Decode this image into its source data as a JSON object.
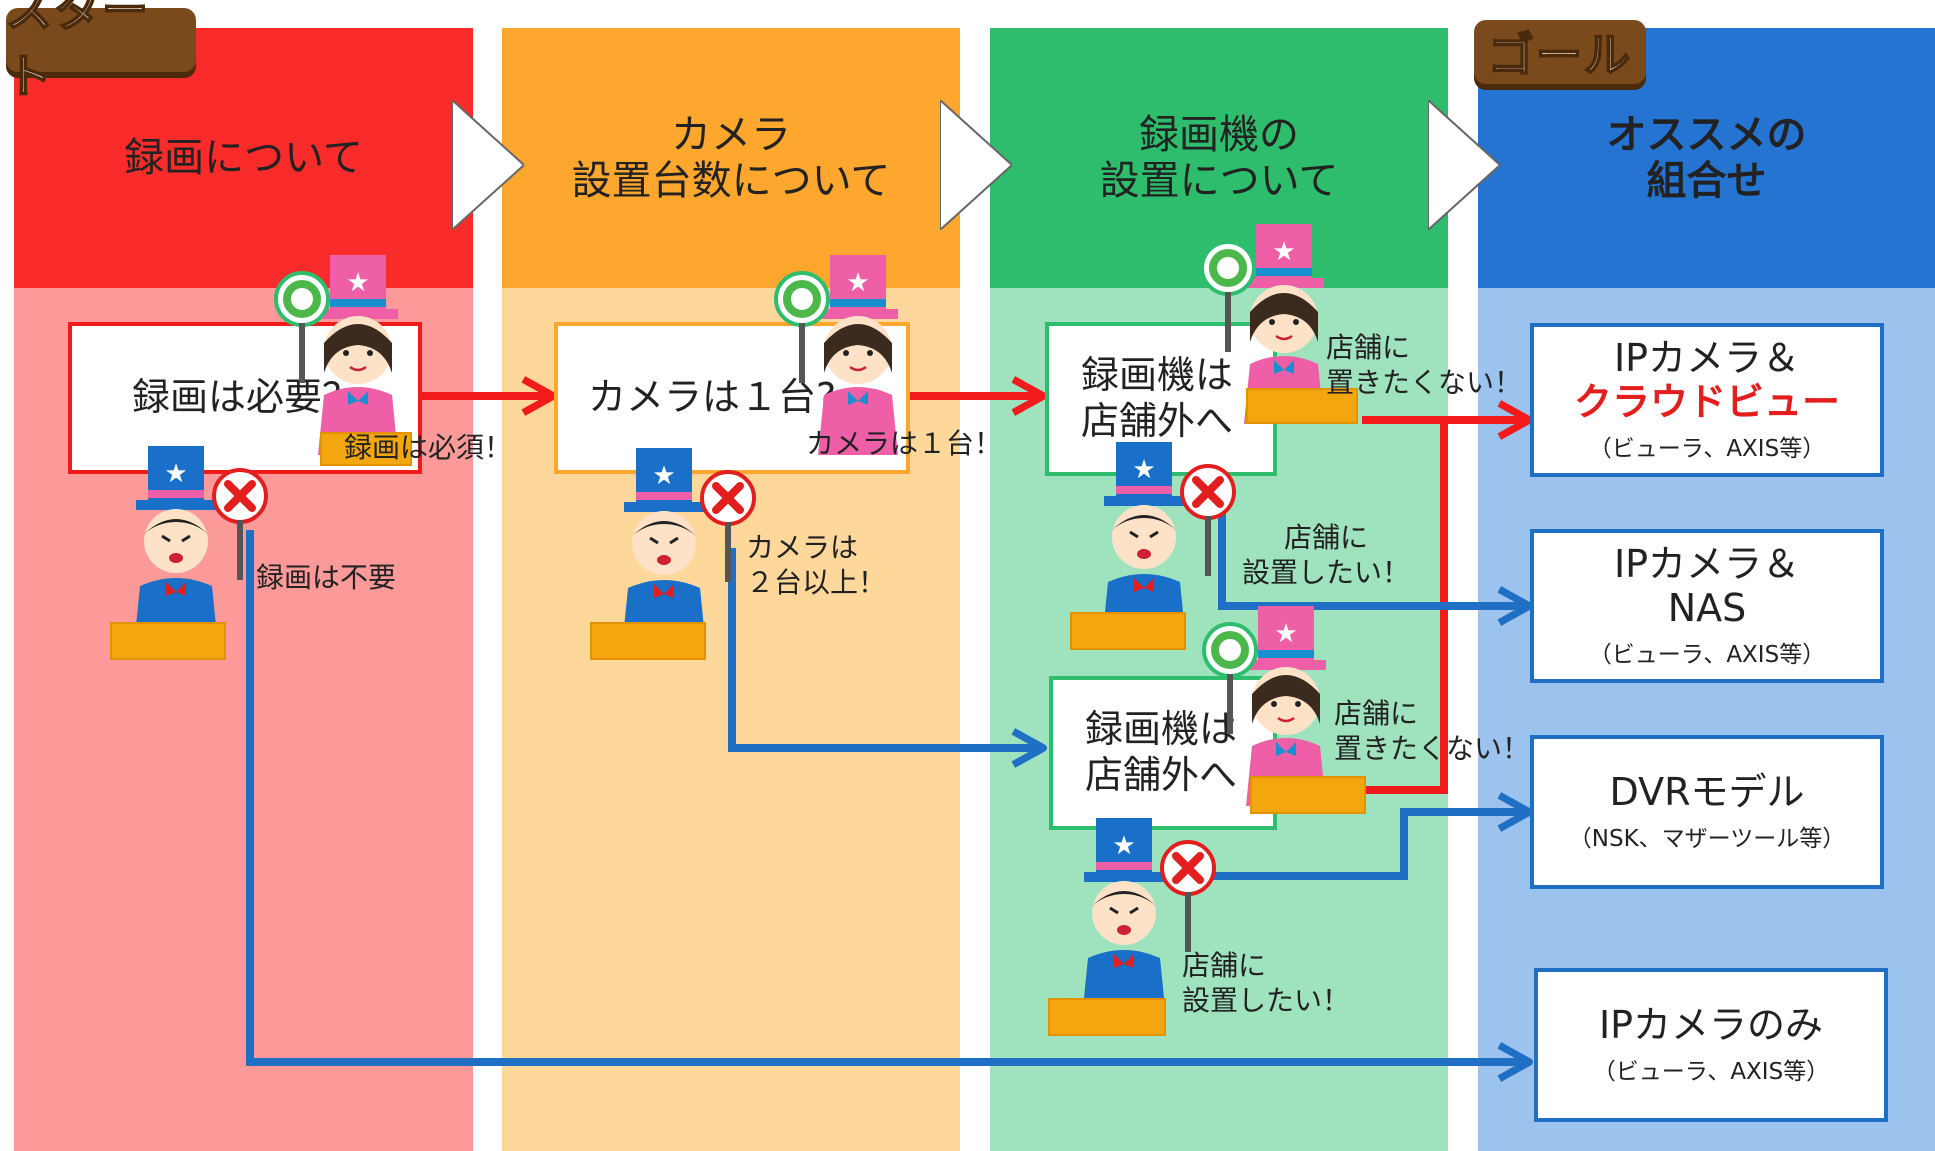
{
  "badges": {
    "start": "スタート",
    "goal": "ゴール"
  },
  "columns": [
    {
      "title": "録画について",
      "head_color": "#fa2b2b",
      "body_color": "#fc9a9a"
    },
    {
      "title": "カメラ\n設置台数について",
      "head_color": "#fda72e",
      "body_color": "#fed79a"
    },
    {
      "title": "録画機の\n設置について",
      "head_color": "#2ebd6c",
      "body_color": "#9fe2be"
    },
    {
      "title": "オススメの\n組合せ",
      "head_color": "#2574d2",
      "body_color": "#9bc3ee"
    }
  ],
  "questions": {
    "q1": "録画は必要？",
    "q2": "カメラは１台?",
    "q3": "録画機は\n店舗外へ",
    "q4": "録画機は\n店舗外へ"
  },
  "answers": {
    "rec_required": "録画は必須！",
    "rec_not_needed": "録画は不要",
    "one_camera": "カメラは１台！",
    "two_or_more": "カメラは\n２台以上！",
    "not_in_store_1": "店舗に\n置きたくない！",
    "in_store_1": "店舗に\n設置したい！",
    "not_in_store_2": "店舗に\n置きたくない！",
    "in_store_2": "店舗に\n設置したい！"
  },
  "goals": [
    {
      "line1": "IPカメラ＆",
      "line2": "クラウドビュー",
      "sub": "（ビューラ、AXIS等）"
    },
    {
      "line1": "IPカメラ＆\nNAS",
      "line2": "",
      "sub": "（ビューラ、AXIS等）"
    },
    {
      "line1": "DVRモデル",
      "line2": "",
      "sub": "（NSK、マザーツール等）"
    },
    {
      "line1": "IPカメラのみ",
      "line2": "",
      "sub": "（ビューラ、AXIS等）"
    }
  ],
  "colors": {
    "yes_arrow": "#f21b1b",
    "no_arrow": "#1f6fc5",
    "goal_highlight": "#e21e1e",
    "badge": "#7a4a1c"
  },
  "icons": {
    "approver": "woman-top-hat-maru-sign-icon",
    "rejecter": "man-top-hat-batsu-sign-icon",
    "chevron": "chevron-right-icon"
  }
}
